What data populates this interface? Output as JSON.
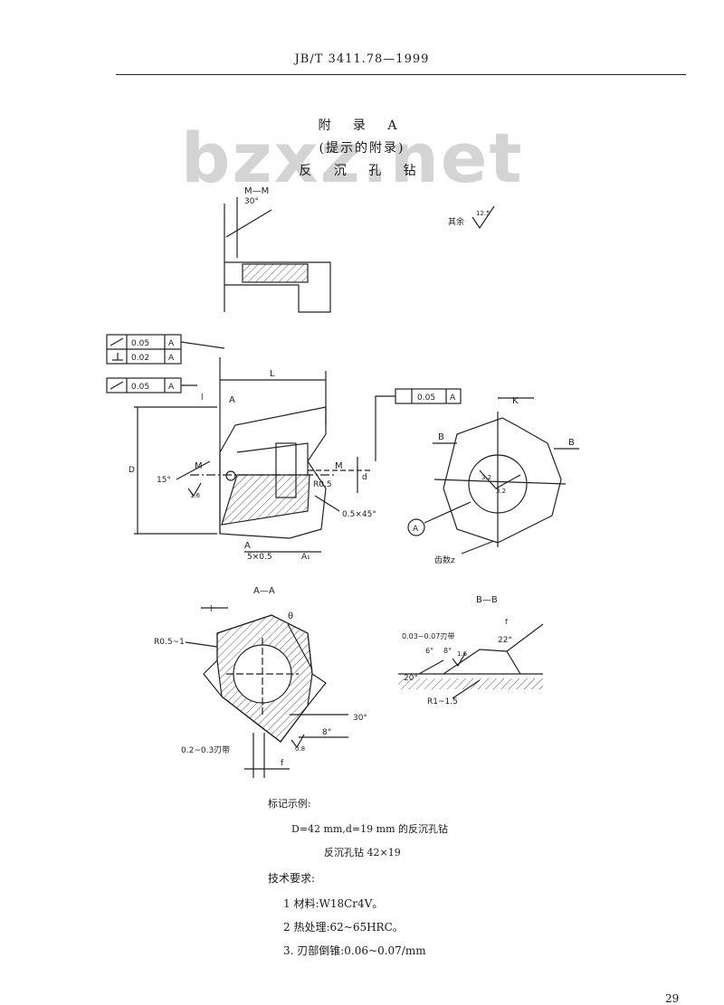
{
  "header": {
    "standard": "JB/T 3411.78—1999"
  },
  "titles": {
    "appendix": "附 录 A",
    "informative": "(提示的附录)",
    "tool_name": "反 沉 孔 钻"
  },
  "watermark": "bzxz.net",
  "drawing": {
    "section_mm": "M—M",
    "section_aa": "A—A",
    "section_bb": "B—B",
    "roughness_rest": "其余",
    "roughness_value": "12.5",
    "tol1_value": "0.05",
    "tol1_datum": "A",
    "tol2_value": "0.02",
    "tol2_datum": "A",
    "tol3_value": "0.05",
    "tol3_datum": "A",
    "tol4_value": "0.05",
    "tol4_datum": "A",
    "dim_L": "L",
    "dim_D": "D",
    "dim_d": "d",
    "dim_l": "l",
    "dim_K": "K",
    "label_A": "A",
    "label_B": "B",
    "label_M": "M",
    "angle_30": "30°",
    "angle_15": "15°",
    "angle_8": "8°",
    "angle_6": "6°",
    "angle_20": "20°",
    "angle_22": "22°",
    "angle_theta": "θ",
    "r05": "R0.5",
    "r05_1": "R0.5~1",
    "r1_15": "R1~1.5",
    "chamfer": "0.5×45°",
    "dim_5x05": "5×0.5",
    "dim_A1": "A₁",
    "ra32": "3.2",
    "ra08": "0.8",
    "ra16": "1.6",
    "land_a": "0.2~0.3刃带",
    "land_b": "0.03~0.07刃带",
    "dim_f": "f",
    "circle_A": "A",
    "teeth": "齿数z"
  },
  "marking_example": {
    "label": "标记示例:",
    "line1": "D=42 mm,d=19 mm 的反沉孔钻",
    "line2": "反沉孔钻 42×19"
  },
  "tech_requirements": {
    "label": "技术要求:",
    "items": [
      "1  材料:W18Cr4V。",
      "2  热处理:62~65HRC。",
      "3. 刃部倒锥:0.06~0.07/mm"
    ]
  },
  "page_number": "29"
}
